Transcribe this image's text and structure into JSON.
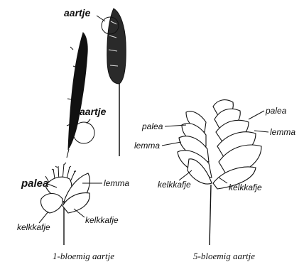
{
  "labels": {
    "top_aartje": "aartje",
    "mid_aartje": "aartje",
    "left_palea": "palea",
    "left_lemma": "lemma",
    "left_kelk_1": "kelkkafje",
    "left_kelk_2": "kelkkafje",
    "right_palea_1": "palea",
    "right_palea_2": "palea",
    "right_lemma_1": "lemma",
    "right_lemma_2": "lemma",
    "right_kelk_1": "kelkkafje",
    "right_kelk_2": "kelkkafje"
  },
  "captions": {
    "left": "1-bloemig aartje",
    "right": "5-bloemig aartje"
  }
}
